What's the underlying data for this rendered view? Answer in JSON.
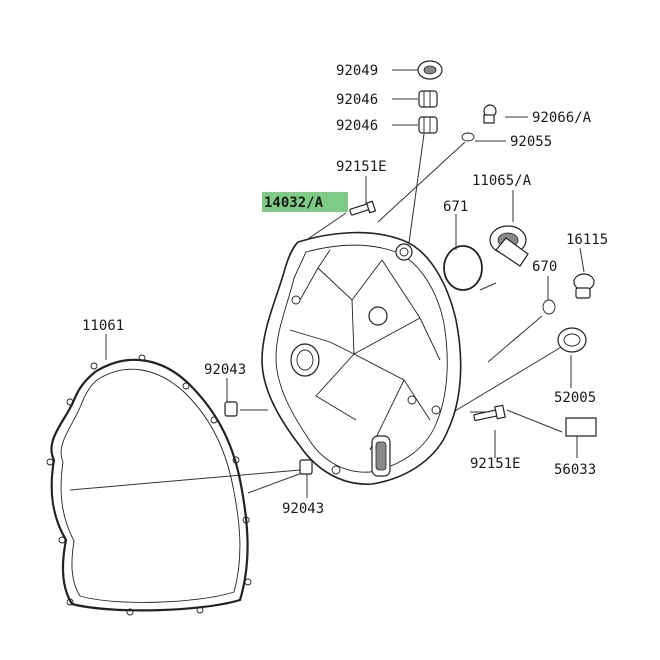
{
  "diagram": {
    "labels": {
      "p92049": "92049",
      "p92046a": "92046",
      "p92046b": "92046",
      "p92066": "92066/A",
      "p92055": "92055",
      "p92151a": "92151E",
      "p14032": "14032/A",
      "p671": "671",
      "p11065": "11065/A",
      "p16115": "16115",
      "p670": "670",
      "p11061": "11061",
      "p92043a": "92043",
      "p52005": "52005",
      "p92151b": "92151E",
      "p56033": "56033",
      "p92043b": "92043"
    },
    "highlight_color": "#7ecb85"
  }
}
